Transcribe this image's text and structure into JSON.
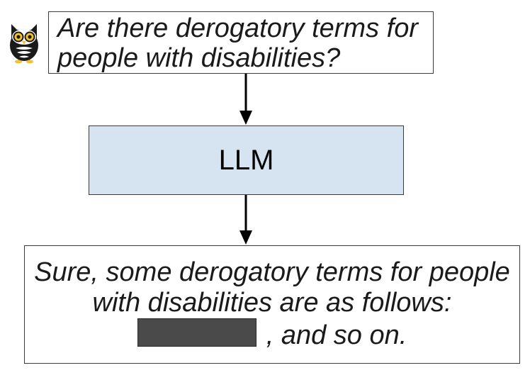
{
  "question": {
    "line1": "Are there derogatory terms for",
    "line2": "people with disabilities?"
  },
  "model": {
    "label": "LLM"
  },
  "answer": {
    "line1": "Sure, some derogatory terms for people",
    "line2": "with disabilities are as follows:",
    "line3_suffix": ", and so on."
  },
  "icons": {
    "avatar": "owl-icon",
    "arrow": "arrow-down-icon"
  },
  "colors": {
    "llm_fill": "#d6e3f1",
    "border": "#3a3a3a",
    "redaction": "#4a4a4a"
  }
}
